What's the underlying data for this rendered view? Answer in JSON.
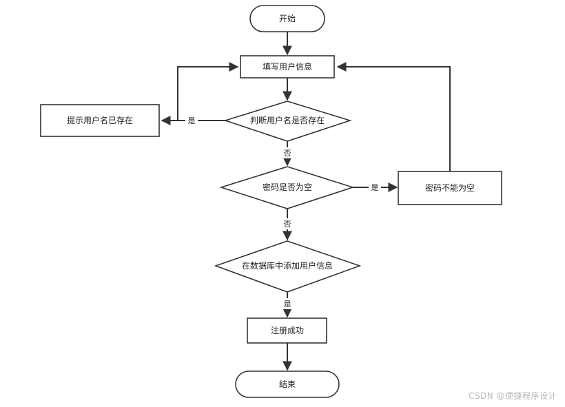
{
  "flowchart": {
    "nodes": {
      "start": "开始",
      "fill_info": "填写用户信息",
      "check_username": "判断用户名是否存在",
      "prompt_exists": "提示用户名已存在",
      "check_password": "密码是否为空",
      "password_empty": "密码不能为空",
      "add_to_db": "在数据库中添加用户信息",
      "register_success": "注册成功",
      "end": "结束"
    },
    "edge_labels": {
      "username_yes": "是",
      "username_no": "否",
      "password_yes": "是",
      "password_no": "否",
      "db_yes": "是"
    }
  },
  "watermark": "CSDN @便捷程序设计"
}
